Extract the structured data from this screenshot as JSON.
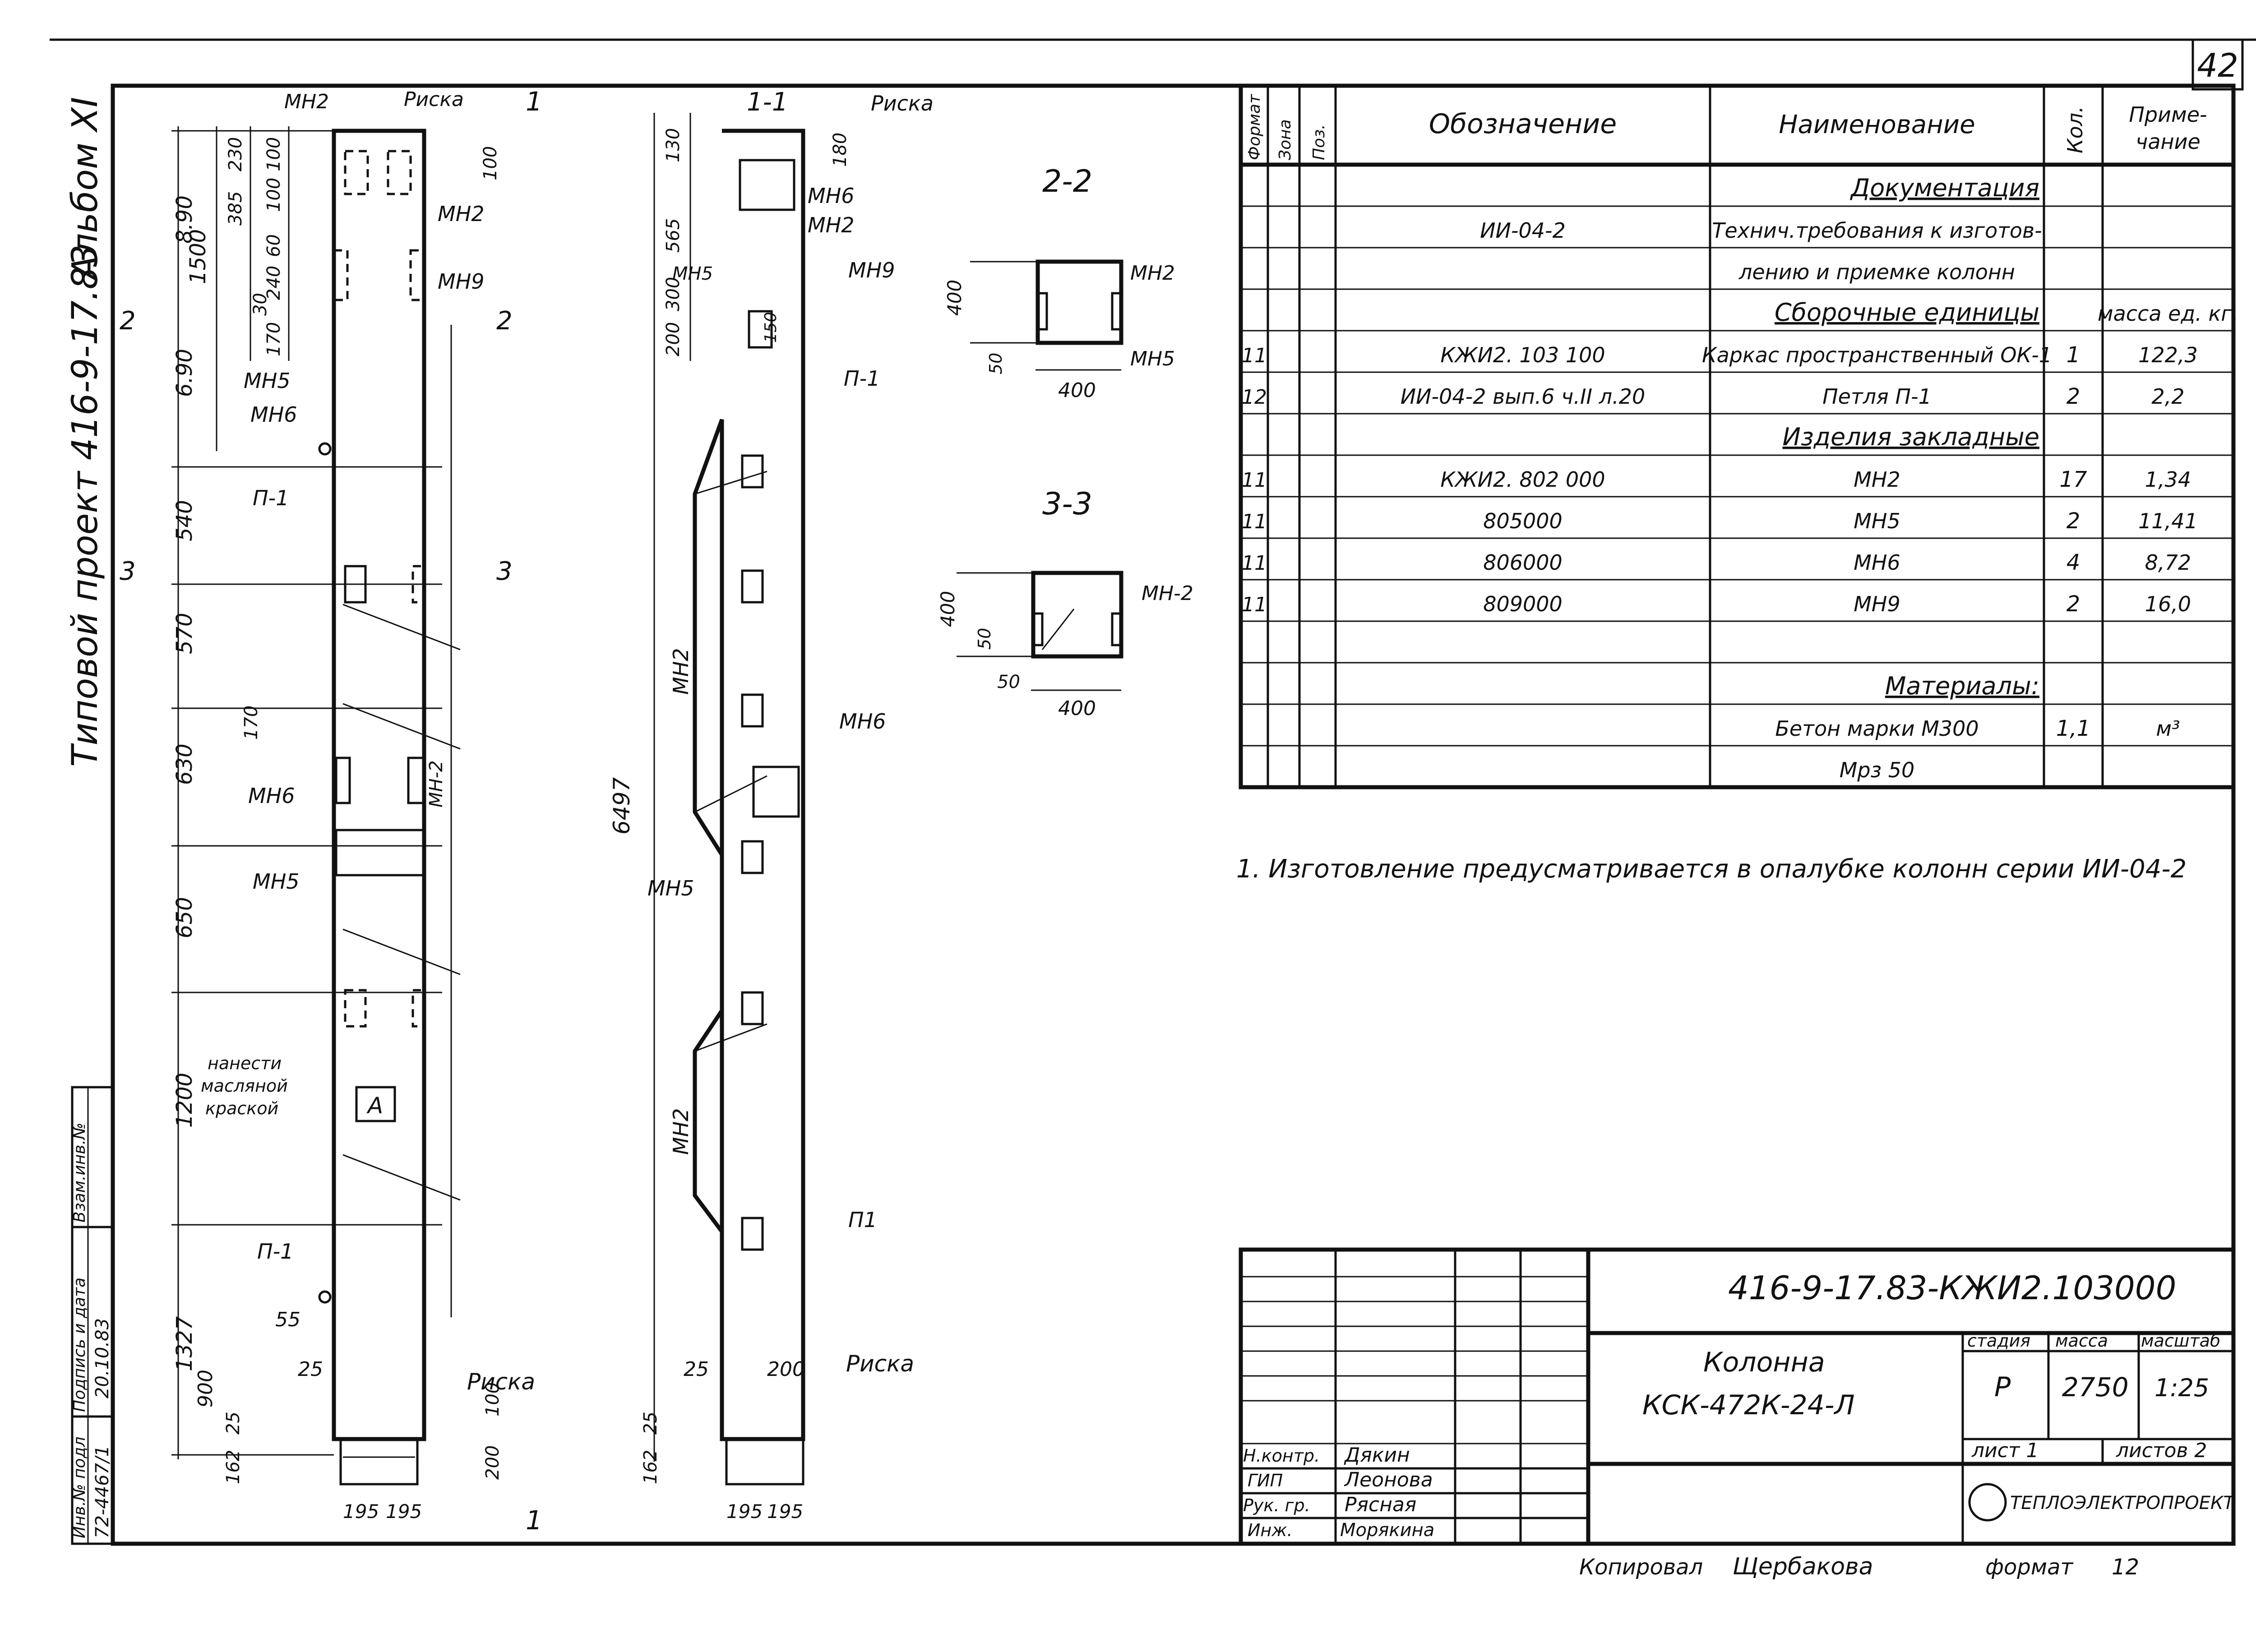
{
  "sheet_number": "42",
  "side_stamp": {
    "project": "Типовой проект 416-9-17.83",
    "album": "Альбом XI"
  },
  "archive_block": {
    "inv_label": "Инв.№ подл",
    "inv_value": "72-4467/1",
    "sign_label": "Подпись и дата",
    "sign_value": "20.10.83",
    "replace_label": "Взам.инв.№"
  },
  "facade": {
    "top_labels": [
      "МН2",
      "Риска"
    ],
    "section_mark": "1",
    "left_dims": [
      "8.90",
      "1500",
      "385",
      "230",
      "100",
      "60",
      "240",
      "30",
      "170",
      "100",
      "100"
    ],
    "mid_dims": [
      "6.90",
      "540",
      "570",
      "630",
      "650",
      "1200",
      "1327"
    ],
    "bottom_dims": [
      "900",
      "162",
      "25",
      "55",
      "25",
      "200",
      "100"
    ],
    "callouts": [
      "МН2",
      "МН5",
      "МН6",
      "МН9",
      "П-1",
      "МН6",
      "МН5",
      "МН-2",
      "П-1",
      "Риска"
    ],
    "cut_marks": [
      "2",
      "2",
      "3",
      "3"
    ],
    "note_lines": [
      "нанести",
      "масляной",
      "краской"
    ],
    "note_box": "А",
    "bottom_widths": [
      "195",
      "195"
    ],
    "dim_170": "170"
  },
  "section_1_1": {
    "title": "1-1",
    "top_label": "Риска",
    "dims": [
      "130",
      "180",
      "565",
      "300",
      "200",
      "150",
      "6497",
      "25",
      "200",
      "162",
      "25",
      "195",
      "195"
    ],
    "callouts": [
      "МН6",
      "МН2",
      "МН5",
      "МН9",
      "П-1",
      "МН2",
      "МН6",
      "МН5",
      "МН2",
      "П1",
      "Риска"
    ]
  },
  "section_2_2": {
    "title": "2-2",
    "labels": [
      "МН2",
      "МН5"
    ],
    "dims": [
      "400",
      "50",
      "400"
    ]
  },
  "section_3_3": {
    "title": "3-3",
    "labels": [
      "МН-2"
    ],
    "dims": [
      "400",
      "50",
      "50",
      "400"
    ]
  },
  "spec_table": {
    "headers": [
      "Формат",
      "Зона",
      "Поз.",
      "Обозначение",
      "Наименование",
      "Кол.",
      "Приме-\nчание"
    ],
    "rows": [
      {
        "format": "",
        "code": "",
        "name": "Документация",
        "qty": "",
        "note": "",
        "section": true
      },
      {
        "format": "",
        "code": "ИИ-04-2",
        "name": "Технич.требования к изготов-",
        "qty": "",
        "note": ""
      },
      {
        "format": "",
        "code": "",
        "name": "лению и приемке колонн",
        "qty": "",
        "note": ""
      },
      {
        "format": "",
        "code": "",
        "name": "Сборочные единицы",
        "qty": "",
        "note": "масса ед. кг.",
        "section": true
      },
      {
        "format": "11",
        "code": "КЖИ2. 103 100",
        "name": "Каркас пространственный ОК-1",
        "qty": "1",
        "note": "122,3"
      },
      {
        "format": "12",
        "code": "ИИ-04-2  вып.6 ч.II л.20",
        "name": "Петля П-1",
        "qty": "2",
        "note": "2,2"
      },
      {
        "format": "",
        "code": "",
        "name": "Изделия закладные",
        "qty": "",
        "note": "",
        "section": true
      },
      {
        "format": "11",
        "code": "КЖИ2. 802 000",
        "name": "МН2",
        "qty": "17",
        "note": "1,34"
      },
      {
        "format": "11",
        "code": "805000",
        "name": "МН5",
        "qty": "2",
        "note": "11,41"
      },
      {
        "format": "11",
        "code": "806000",
        "name": "МН6",
        "qty": "4",
        "note": "8,72"
      },
      {
        "format": "11",
        "code": "809000",
        "name": "МН9",
        "qty": "2",
        "note": "16,0"
      },
      {
        "format": "",
        "code": "",
        "name": "",
        "qty": "",
        "note": ""
      },
      {
        "format": "",
        "code": "",
        "name": "Материалы:",
        "qty": "",
        "note": "",
        "section": true
      },
      {
        "format": "",
        "code": "",
        "name": "Бетон марки М300",
        "qty": "1,1",
        "note": "м³"
      },
      {
        "format": "",
        "code": "",
        "name": "Мрз 50",
        "qty": "",
        "note": ""
      }
    ]
  },
  "footnote": "1. Изготовление предусматривается в опалубке колонн серии ИИ-04-2",
  "title_block": {
    "doc_code": "416-9-17.83-КЖИ2.103000",
    "name_line1": "Колонна",
    "name_line2": "КСК-472К-24-Л",
    "stage_label": "стадия",
    "stage_value": "Р",
    "mass_label": "масса",
    "mass_value": "2750",
    "scale_label": "масштаб",
    "scale_value": "1:25",
    "sheet_label": "лист 1",
    "sheets_label": "листов 2",
    "org": "ТЕПЛОЭЛЕКТРОПРОЕКТ",
    "signers": [
      {
        "role": "Н.контр.",
        "name": "Дякин"
      },
      {
        "role": "ГИП",
        "name": "Леонова"
      },
      {
        "role": "Рук. гр.",
        "name": "Рясная"
      },
      {
        "role": "Инж.",
        "name": "Морякина"
      }
    ],
    "copied_label": "Копировал",
    "copied_by": "Щербакова",
    "format_label": "формат",
    "format_value": "12"
  }
}
